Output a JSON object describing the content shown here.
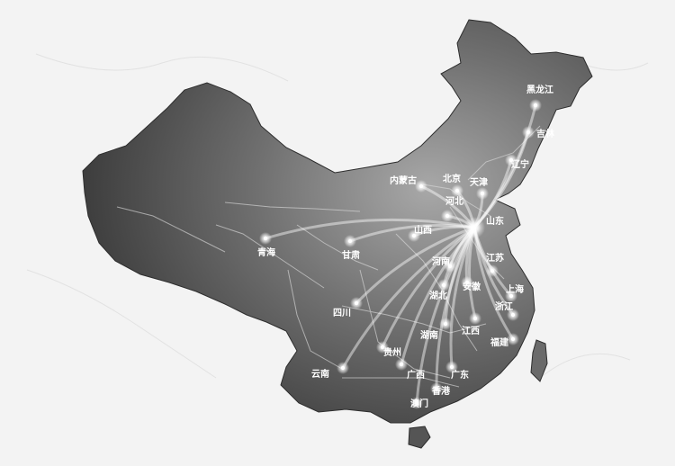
{
  "map": {
    "hub": "山东",
    "colors": {
      "background": "#f3f3f3",
      "land_dark": "#3a3a3a",
      "land_light": "#9a9a9a",
      "border": "#d8d8d8",
      "label": "#ffffff",
      "ray": "#ffffff"
    },
    "provinces": [
      "黑龙江",
      "吉林",
      "辽宁",
      "内蒙古",
      "北京",
      "天津",
      "河北",
      "山东",
      "山西",
      "青海",
      "甘肃",
      "河南",
      "江苏",
      "安徽",
      "上海",
      "湖北",
      "浙江",
      "四川",
      "湖南",
      "江西",
      "福建",
      "贵州",
      "云南",
      "广西",
      "广东",
      "香港",
      "澳门"
    ]
  }
}
